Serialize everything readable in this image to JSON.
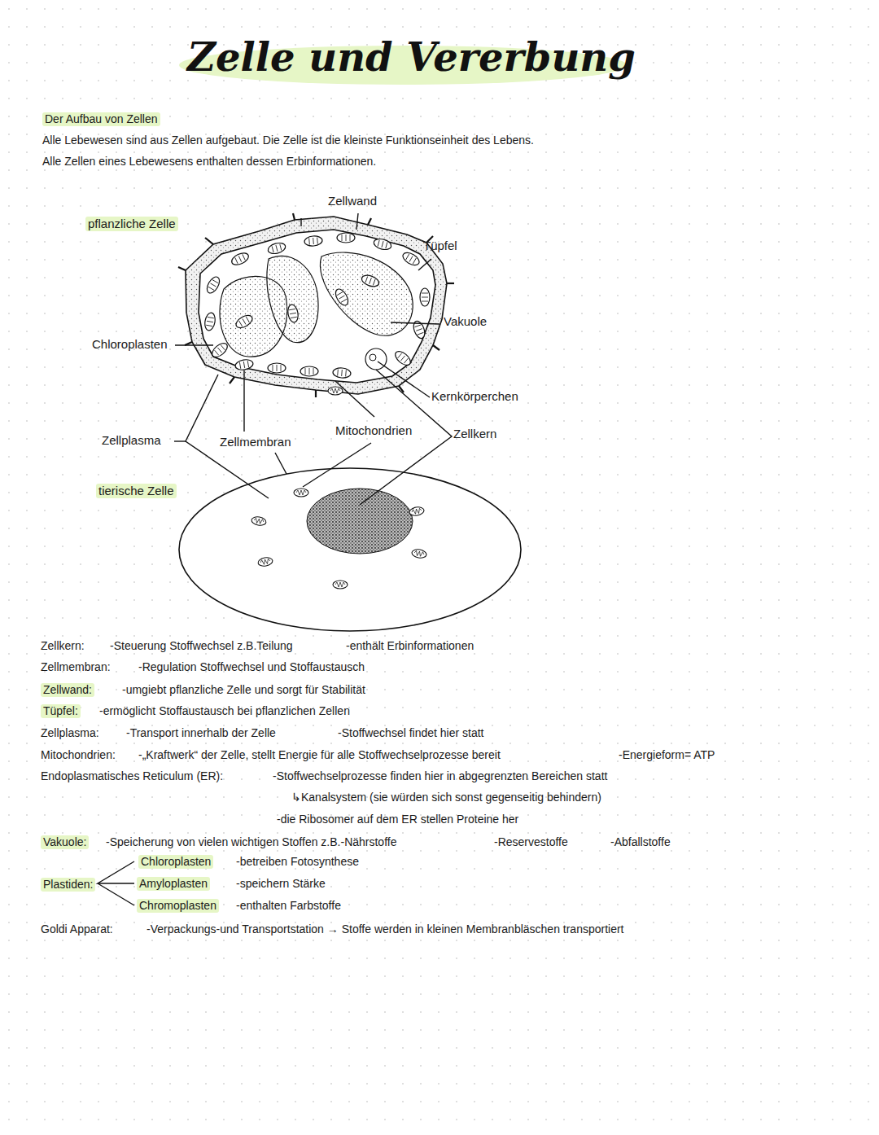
{
  "diagram": {
    "title": "Zelle und Vererbung",
    "labels": [
      "Der Aufbau von Zellen",
      "Alle Lebewesen sind aus Zellen aufgebaut. Die Zelle ist die kleinste Funktionseinheit des Lebens.",
      "Alle Zellen eines Lebewesens enthalten dessen Erbinformationen.",
      "pflanzliche Zelle",
      "Zellwand",
      "Tüpfel",
      "Vakuole",
      "Chloroplasten",
      "Kernkörperchen",
      "Zellplasma",
      "Zellmembran",
      "Mitochondrien",
      "Zellkern",
      "tierische Zelle",
      "Zellkern:",
      "-Steuerung Stoffwechsel z.B.Teilung",
      "-enthält Erbinformationen",
      "Zellmembran:",
      "-Regulation Stoffwechsel und Stoffaustausch",
      "Zellwand:",
      "-umgiebt pflanzliche Zelle und sorgt für Stabilität",
      "Tüpfel:",
      "-ermöglicht Stoffaustausch bei pflanzlichen Zellen",
      "Zellplasma:",
      "-Transport innerhalb der Zelle",
      "-Stoffwechsel findet hier statt",
      "Mitochondrien:",
      "-„Kraftwerk“ der Zelle, stellt Energie für alle Stoffwechselprozesse bereit",
      "-Energieform= ATP",
      "Endoplasmatisches Reticulum (ER):",
      "-Stoffwechselprozesse finden hier in abgegrenzten Bereichen statt",
      "↳Kanalsystem (sie würden sich sonst gegenseitig behindern)",
      "-die Ribosomer auf dem ER stellen Proteine her",
      "Vakuole:",
      "-Speicherung von vielen wichtigen Stoffen z.B.-Nährstoffe",
      "-Reservestoffe",
      "-Abfallstoffe",
      "Plastiden:",
      "Chloroplasten",
      "-betreiben Fotosynthese",
      "Amyloplasten",
      "-speichern Stärke",
      "Chromoplasten",
      "-enthalten Farbstoffe",
      "Goldi Apparat:",
      "-Verpackungs-und Transportstation → Stoffe werden in kleinen Membranbläschen transportiert"
    ]
  }
}
